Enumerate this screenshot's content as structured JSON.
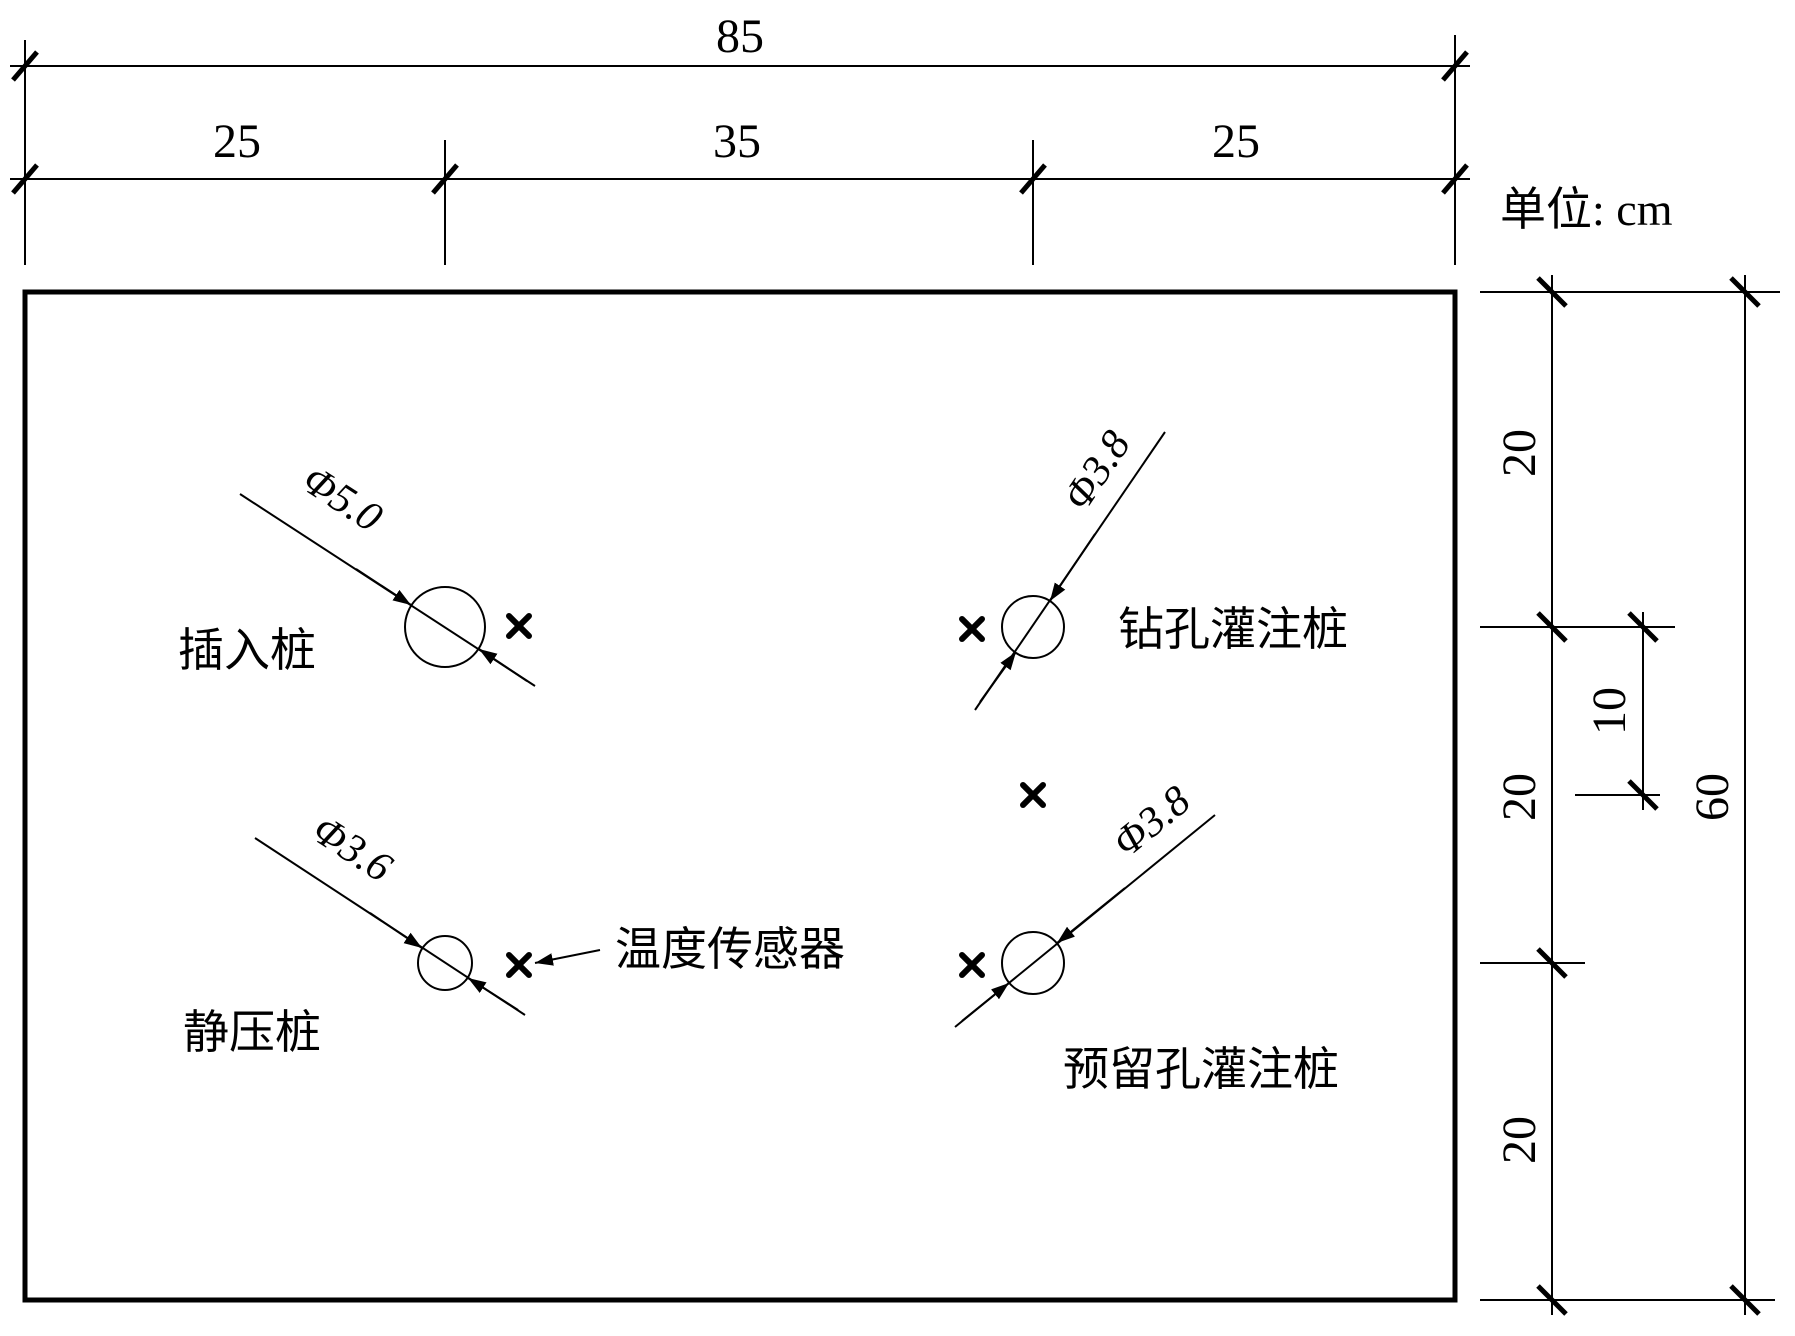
{
  "unit_label": "单位: cm",
  "top_dimensions": {
    "overall": "85",
    "segments": [
      "25",
      "35",
      "25"
    ]
  },
  "right_dimensions": {
    "overall": "60",
    "segments": [
      "20",
      "20",
      "20"
    ],
    "offset": "10"
  },
  "piles": [
    {
      "id": "insert",
      "name": "插入桩",
      "diameter": "Φ5.0"
    },
    {
      "id": "bored",
      "name": "钻孔灌注桩",
      "diameter": "Φ3.8"
    },
    {
      "id": "jacked",
      "name": "静压桩",
      "diameter": "Φ3.6"
    },
    {
      "id": "prebored",
      "name": "预留孔灌注桩",
      "diameter": "Φ3.8"
    }
  ],
  "sensor_label": "温度传感器"
}
